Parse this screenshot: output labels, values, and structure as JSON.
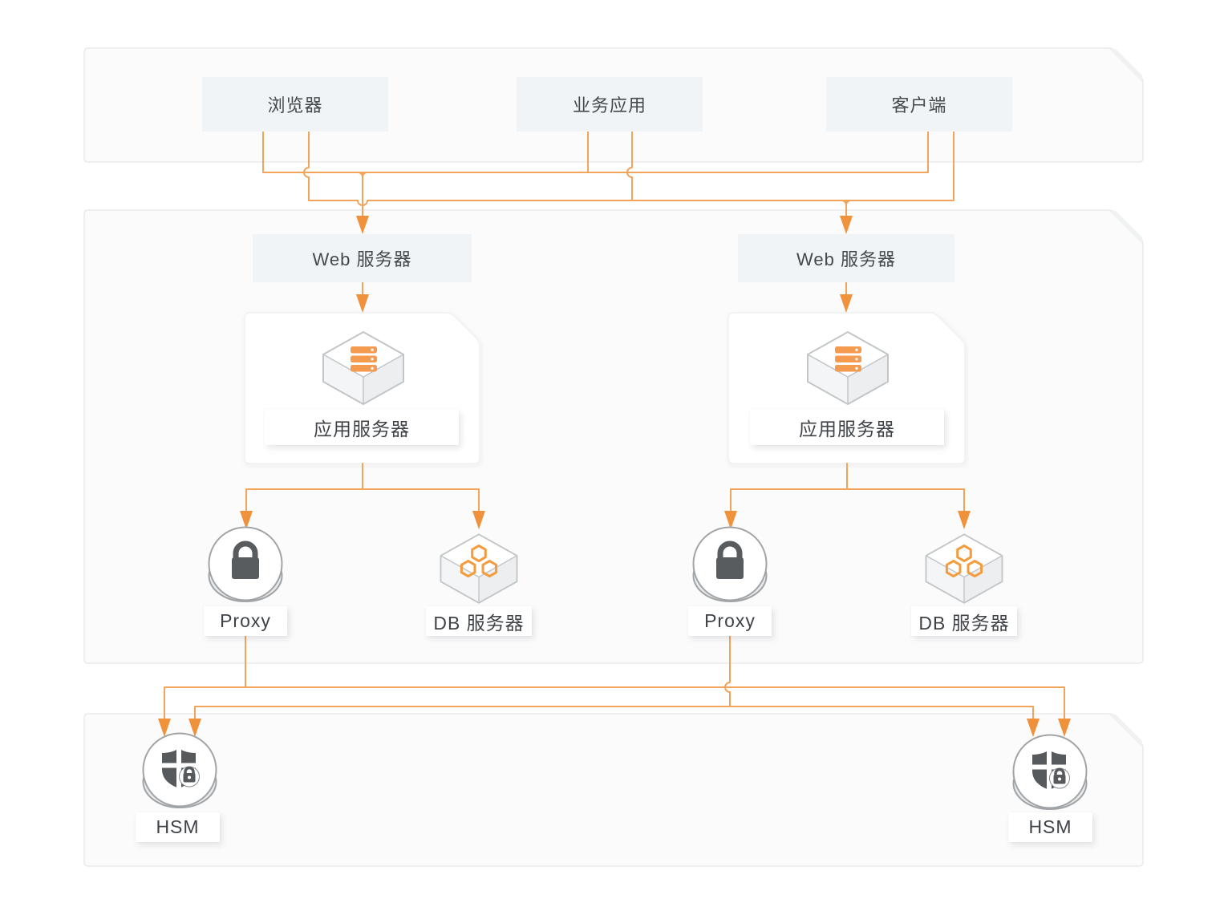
{
  "diagram": {
    "type": "architecture-diagram",
    "colors": {
      "connector_line": "#F3A45B",
      "arrowhead": "#F0913C",
      "icon_orange": "#F49B50",
      "icon_dark_gray": "#565A5D",
      "node_box_bg": "#F1F4F6",
      "node_text": "#45494D",
      "container_bg": "#FBFBFC",
      "container_border": "#E9EBEC"
    },
    "nodes": {
      "browser": "浏览器",
      "business_app": "业务应用",
      "client": "客户端",
      "web_server_left": "Web 服务器",
      "web_server_right": "Web 服务器",
      "app_server_left": "应用服务器",
      "app_server_right": "应用服务器",
      "proxy_left": "Proxy",
      "proxy_right": "Proxy",
      "db_server_left": "DB 服务器",
      "db_server_right": "DB 服务器",
      "hsm_left": "HSM",
      "hsm_right": "HSM"
    },
    "icons": {
      "app_server": "isometric-cube-with-server-rack-bars",
      "db_server": "isometric-cube-with-hexagons",
      "proxy": "puck-cylinder-with-padlock",
      "hsm": "puck-cylinder-with-shield-lock"
    },
    "connections": [
      "browser/business_app/client -> web_server_left (upper bus)",
      "browser/business_app/client -> web_server_right (lower bus)",
      "web_server_left -> app_server_left",
      "web_server_right -> app_server_right",
      "app_server_left -> proxy_left + db_server_left",
      "app_server_right -> proxy_right + db_server_right",
      "proxy_left -> hsm_left + hsm_right",
      "proxy_right -> hsm_left + hsm_right"
    ]
  }
}
